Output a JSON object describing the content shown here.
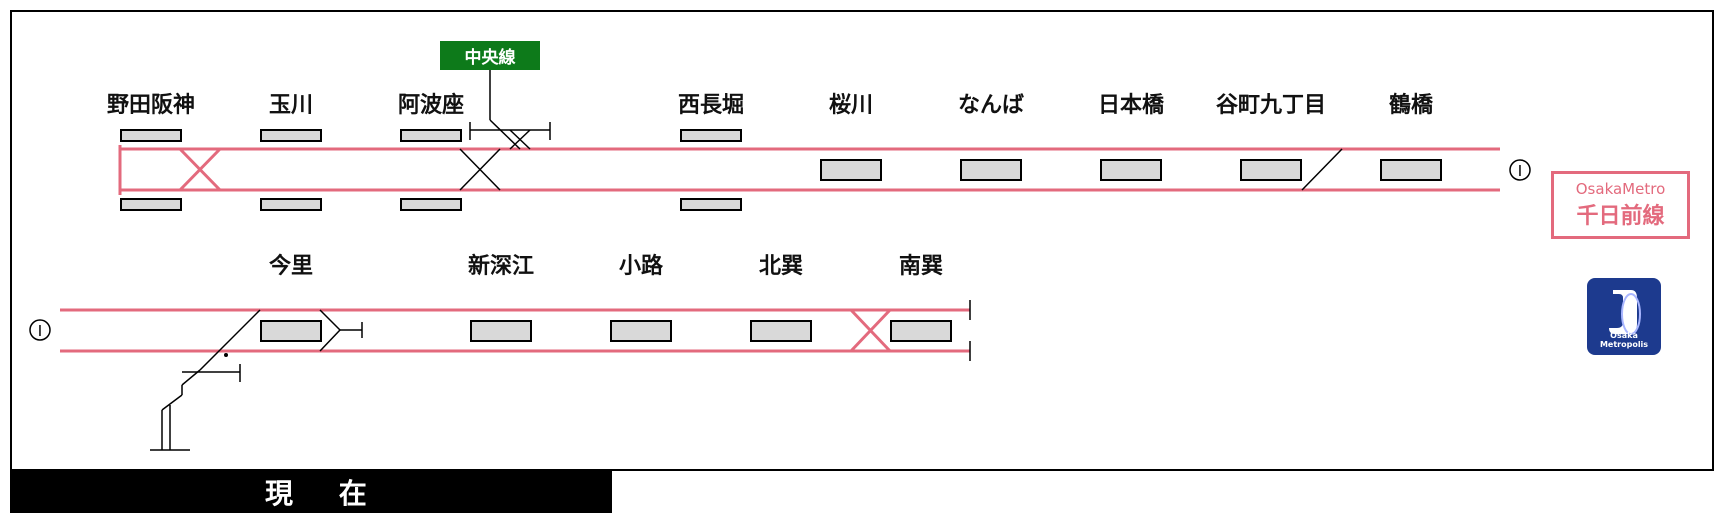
{
  "route_a": {
    "stations": [
      "野田阪神",
      "玉川",
      "阿波座",
      "西長堀",
      "桜川",
      "なんば",
      "日本橋",
      "谷町九丁目",
      "鶴橋"
    ],
    "connection_label": "中央線",
    "end_marker": "Ⅰ"
  },
  "route_b": {
    "stations": [
      "今里",
      "新深江",
      "小路",
      "北巽",
      "南巽"
    ],
    "end_marker": "Ⅰ"
  },
  "line_badge": {
    "brand": "OsakaMetro",
    "line_name": "千日前線"
  },
  "logo": {
    "text": "Osaka Metropolis"
  },
  "footer": {
    "label": "現 在"
  },
  "colors": {
    "track": "#e36a7d",
    "platform_fill": "#d9d9d9",
    "connection_label_bg": "#0d7a1a",
    "logo_bg": "#1d3a8e",
    "frame": "#000000"
  }
}
